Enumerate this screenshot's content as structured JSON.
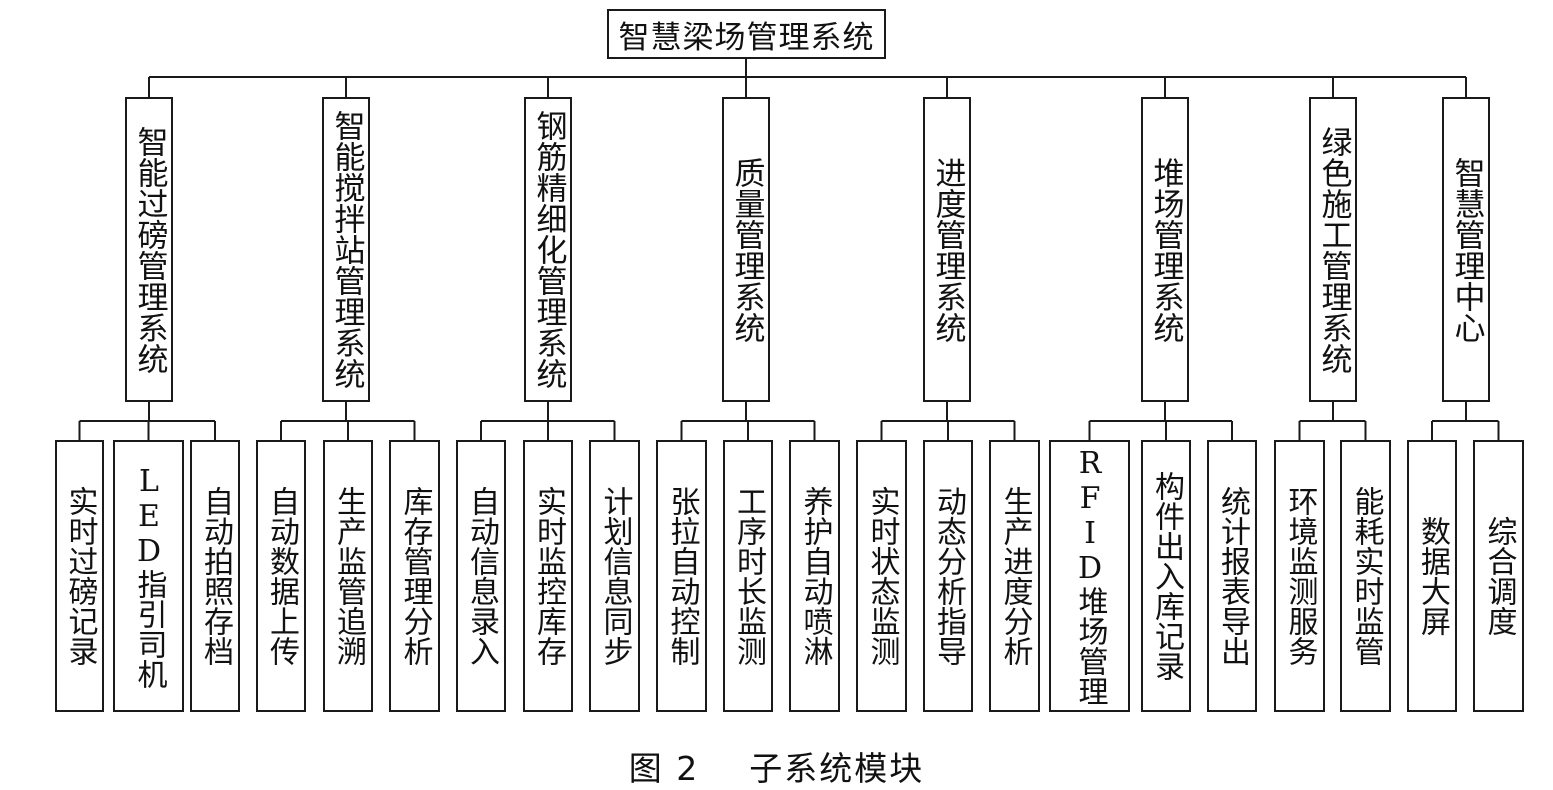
{
  "root": {
    "label": "智慧梁场管理系统"
  },
  "subsystems": [
    {
      "label": "智能过磅管理系统",
      "modules": [
        "实时过磅记录",
        "LED指引司机",
        "自动拍照存档"
      ]
    },
    {
      "label": "智能搅拌站管理系统",
      "modules": [
        "自动数据上传",
        "生产监管追溯",
        "库存管理分析"
      ]
    },
    {
      "label": "钢筋精细化管理系统",
      "modules": [
        "自动信息录入",
        "实时监控库存",
        "计划信息同步"
      ]
    },
    {
      "label": "质量管理系统",
      "modules": [
        "张拉自动控制",
        "工序时长监测",
        "养护自动喷淋"
      ]
    },
    {
      "label": "进度管理系统",
      "modules": [
        "实时状态监测",
        "动态分析指导",
        "生产进度分析"
      ]
    },
    {
      "label": "堆场管理系统",
      "modules": [
        "RFID堆场管理",
        "构件出入库记录",
        "统计报表导出"
      ]
    },
    {
      "label": "绿色施工管理系统",
      "modules": [
        "环境监测服务",
        "能耗实时监管"
      ]
    },
    {
      "label": "智慧管理中心",
      "modules": [
        "数据大屏",
        "综合调度"
      ]
    }
  ],
  "caption": {
    "figure": "图 2",
    "title": "子系统模块"
  },
  "colors": {
    "line": "#1a1a1a",
    "background": "#ffffff",
    "text": "#111111"
  }
}
